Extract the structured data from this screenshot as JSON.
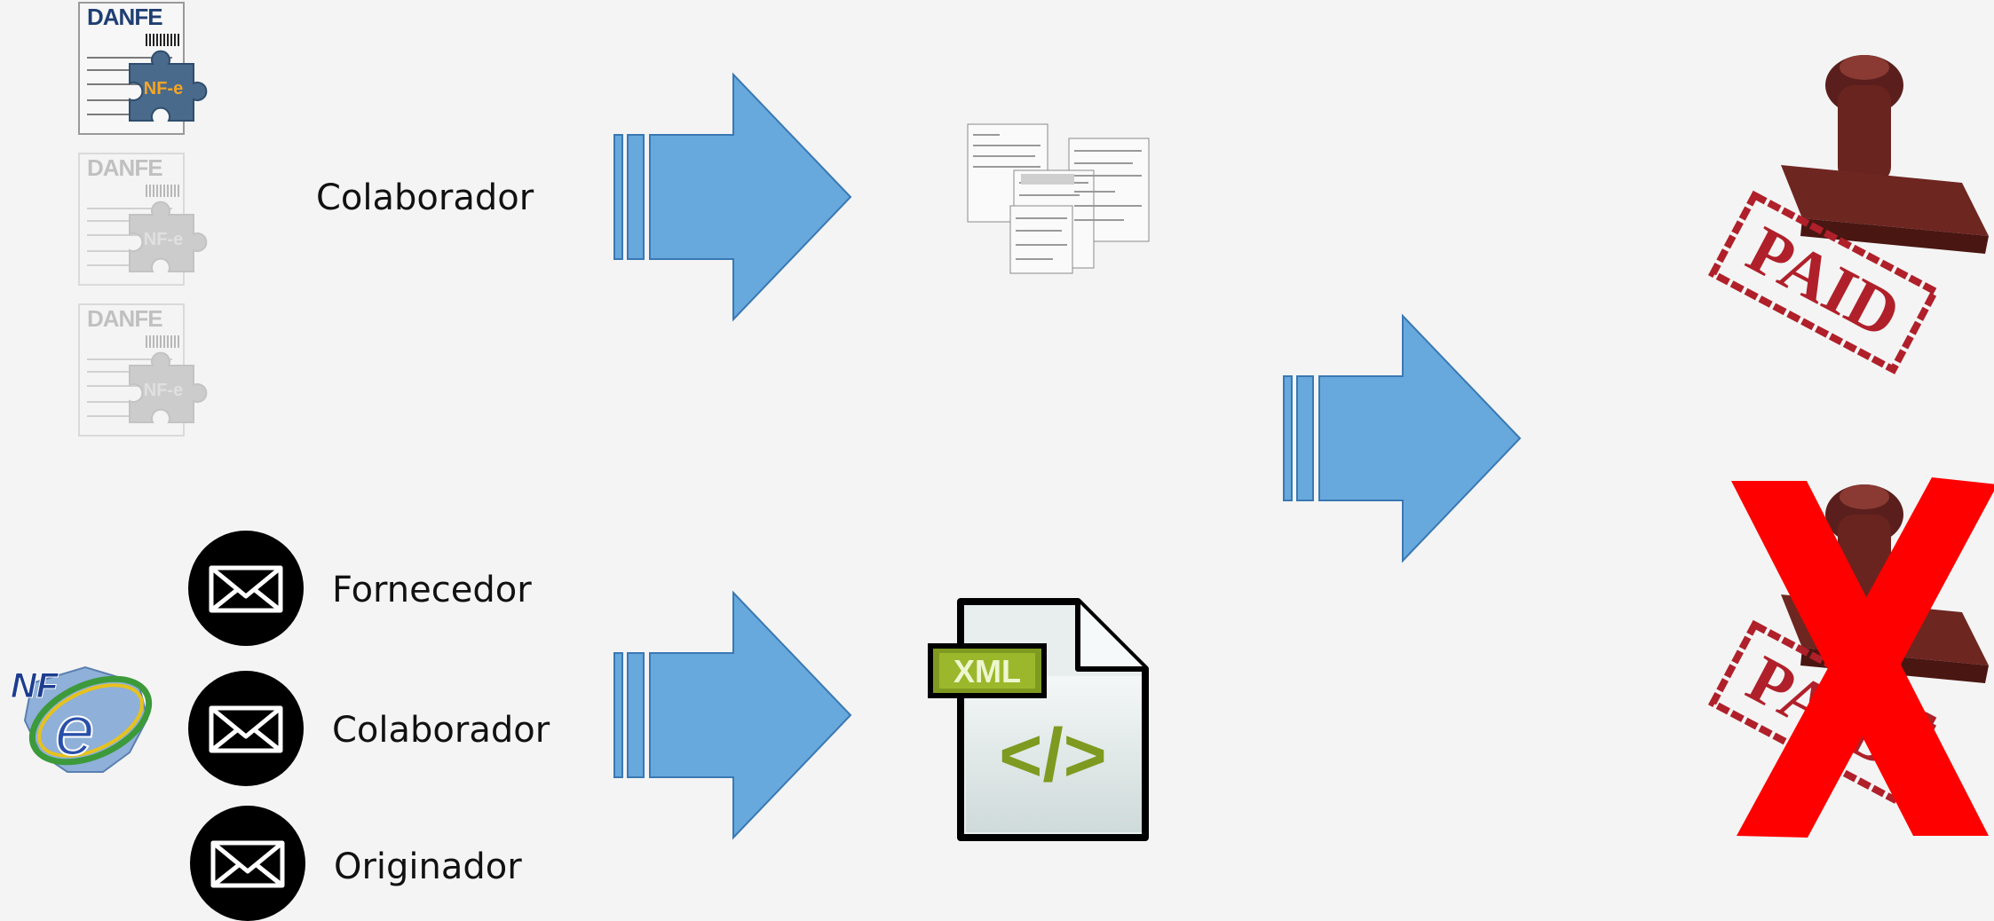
{
  "danfe_docs": [
    {
      "title": "DANFE",
      "badge": "NF-e"
    },
    {
      "title": "DANFE",
      "badge": "NF-e"
    },
    {
      "title": "DANFE",
      "badge": "NF-e"
    }
  ],
  "top_flow": {
    "label": "Colaborador"
  },
  "email_senders": [
    {
      "label": "Fornecedor"
    },
    {
      "label": "Colaborador"
    },
    {
      "label": "Originador"
    }
  ],
  "nfe_logo": {
    "text": "NF",
    "letter": "e"
  },
  "xml_file": {
    "tag": "XML",
    "code": "</>"
  },
  "paid_stamp": {
    "text": "PAID"
  },
  "colors": {
    "arrow_fill": "#67a9dc",
    "arrow_stroke": "#3a78b3",
    "reject_x": "#ff0000",
    "stamp_red": "#b0202a"
  }
}
